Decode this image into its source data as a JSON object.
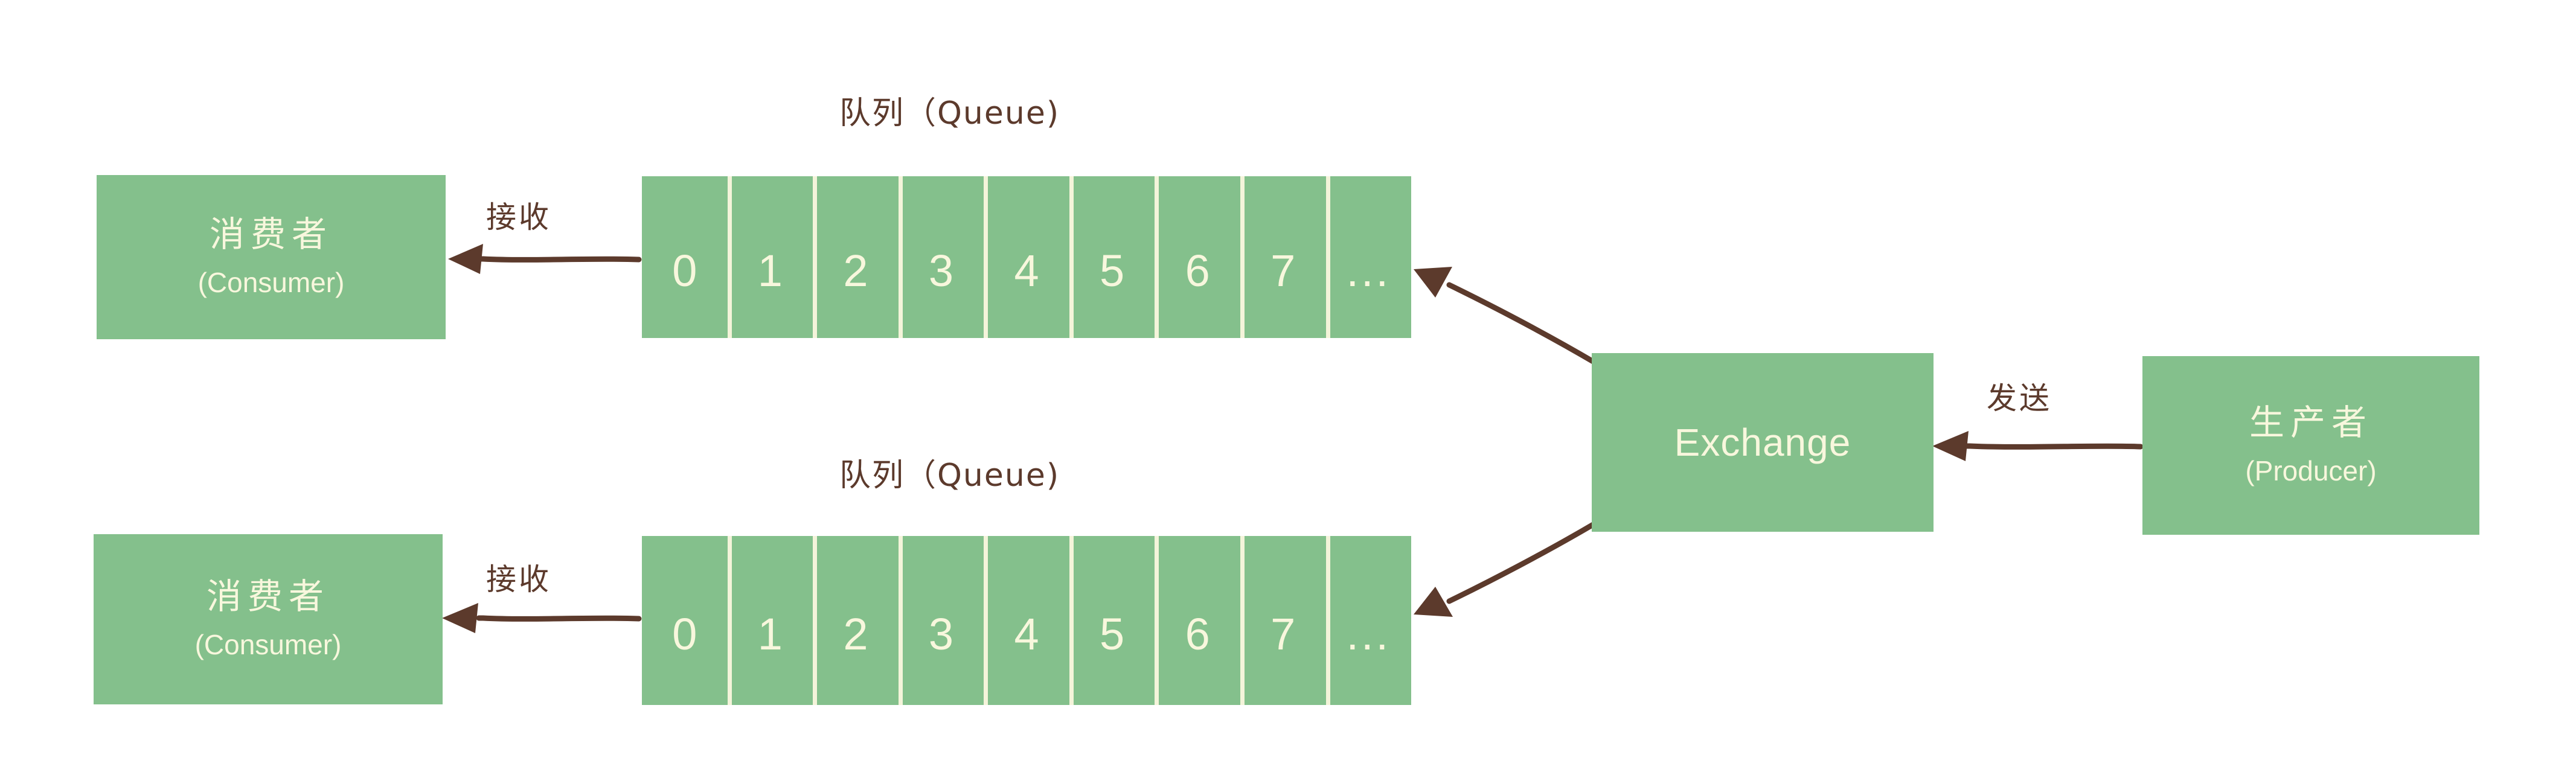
{
  "diagram": {
    "title": "RabbitMQ Producer / Exchange / Queue / Consumer flow",
    "colors": {
      "box_green": "#84c08c",
      "box_text_cream": "#f8f7dd",
      "ink_brown": "#5c3a2c",
      "cell_divider": "#f4f4da",
      "background": "#ffffff"
    },
    "nodes": {
      "consumer_top": {
        "cn": "消费者",
        "en": "(Consumer)"
      },
      "consumer_bottom": {
        "cn": "消费者",
        "en": "(Consumer)"
      },
      "exchange": {
        "label": "Exchange"
      },
      "producer": {
        "cn": "生产者",
        "en": "(Producer)"
      }
    },
    "queues": [
      {
        "caption": "队列（Queue)",
        "cells": [
          "0",
          "1",
          "2",
          "3",
          "4",
          "5",
          "6",
          "7",
          "..."
        ]
      },
      {
        "caption": "队列（Queue)",
        "cells": [
          "0",
          "1",
          "2",
          "3",
          "4",
          "5",
          "6",
          "7",
          "..."
        ]
      }
    ],
    "edges": {
      "receive_top": "接收",
      "receive_bottom": "接收",
      "send": "发送"
    }
  }
}
